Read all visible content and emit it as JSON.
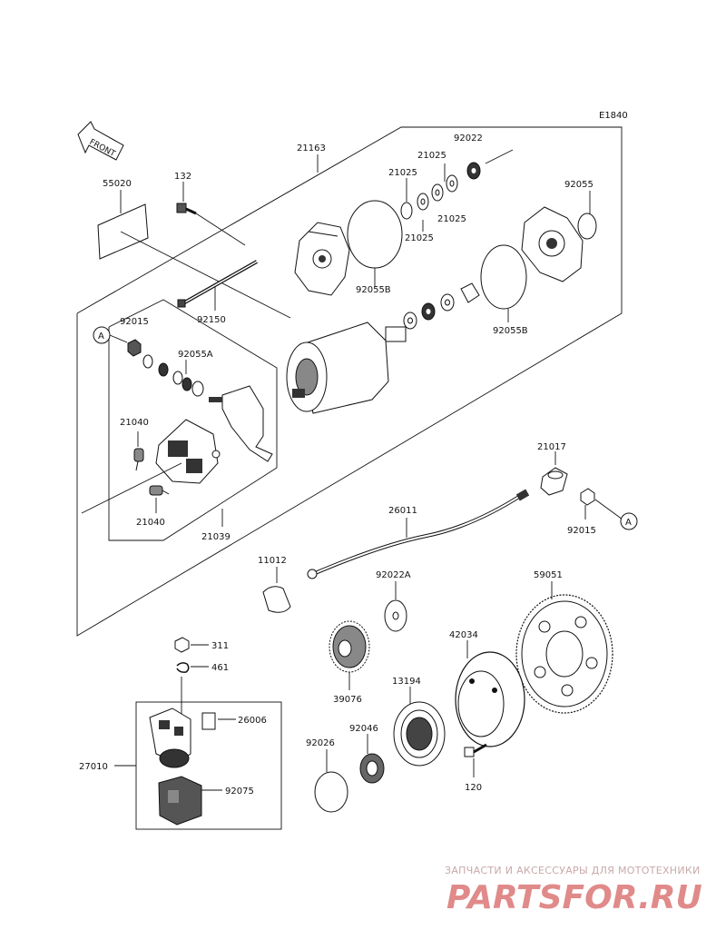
{
  "diagram_code": "E1840",
  "front_label": "FRONT",
  "ref_letter": "A",
  "labels": {
    "p55020": "55020",
    "p132": "132",
    "p21163": "21163",
    "p92022": "92022",
    "p21025a": "21025",
    "p21025b": "21025",
    "p21025c": "21025",
    "p21025d": "21025",
    "p92055": "92055",
    "p92055B_1": "92055B",
    "p92055B_2": "92055B",
    "p92150": "92150",
    "p92015a": "92015",
    "p92055A": "92055A",
    "p21040a": "21040",
    "p21040b": "21040",
    "p21039": "21039",
    "p21017": "21017",
    "p92015b": "92015",
    "p26011": "26011",
    "p11012": "11012",
    "p92022A": "92022A",
    "p59051": "59051",
    "p42034": "42034",
    "p311": "311",
    "p461": "461",
    "p39076": "39076",
    "p13194": "13194",
    "p26006": "26006",
    "p92026": "92026",
    "p92046": "92046",
    "p27010": "27010",
    "p92075": "92075",
    "p120": "120"
  },
  "watermark": {
    "tagline": "ЗАПЧАСТИ И АКСЕССУАРЫ ДЛЯ МОТОТЕХНИКИ",
    "logo": "PARTSFOR.RU"
  }
}
